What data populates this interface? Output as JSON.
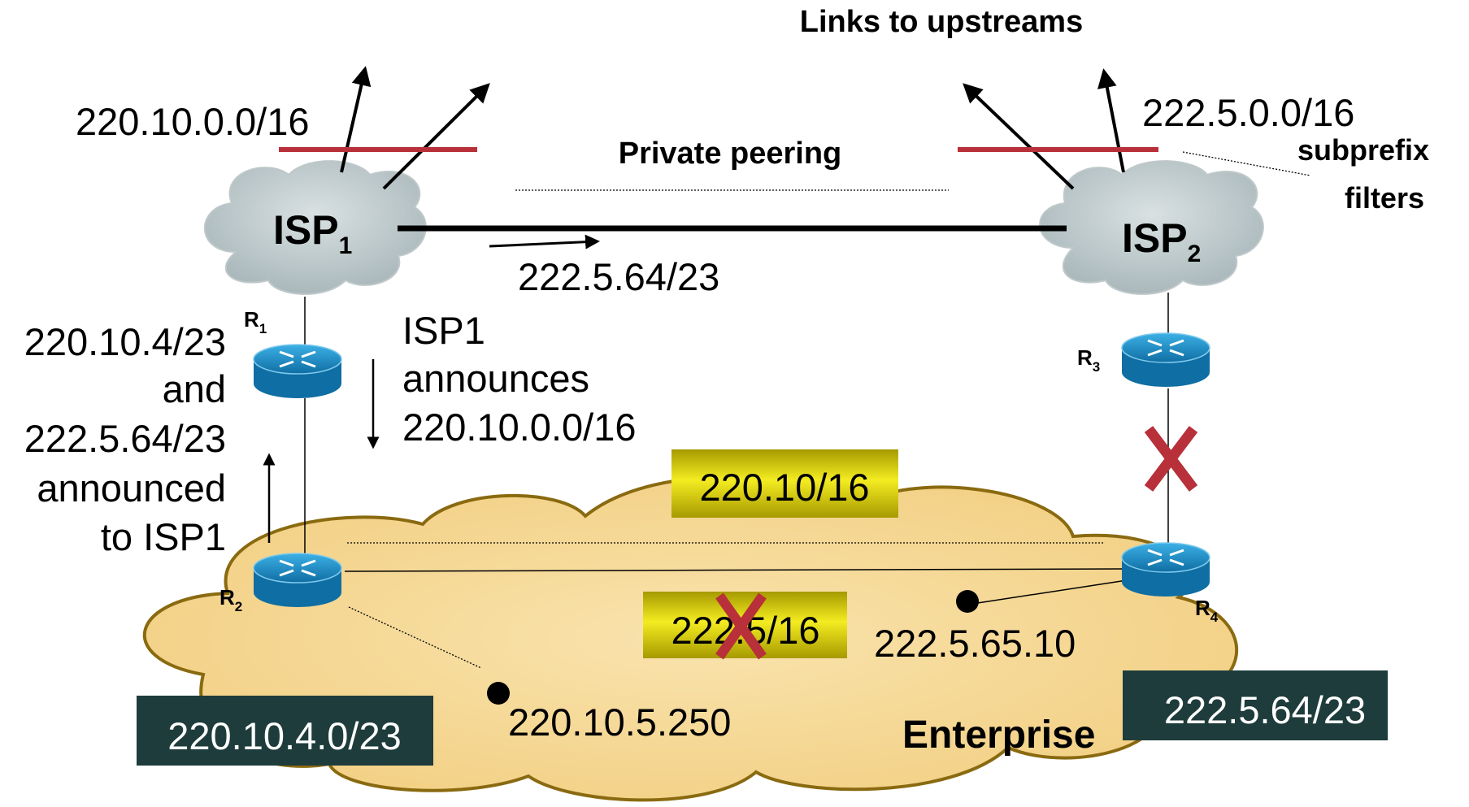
{
  "header": {
    "title": "Links to upstreams"
  },
  "isp1": {
    "name": "ISP",
    "subscript": "1",
    "prefix": "220.10.0.0/16"
  },
  "isp2": {
    "name": "ISP",
    "subscript": "2",
    "prefix": "222.5.0.0/16",
    "filter_note_line1": "subprefix",
    "filter_note_line2": "filters"
  },
  "peering": {
    "label": "Private peering",
    "announced_prefix": "222.5.64/23"
  },
  "routers": {
    "r1": {
      "name": "R",
      "sub": "1"
    },
    "r2": {
      "name": "R",
      "sub": "2"
    },
    "r3": {
      "name": "R",
      "sub": "3"
    },
    "r4": {
      "name": "R",
      "sub": "4"
    }
  },
  "left_note": {
    "lines": [
      "220.10.4/23",
      "and",
      "222.5.64/23",
      "announced",
      "to ISP1"
    ]
  },
  "isp1_note": {
    "lines": [
      "ISP1",
      "announces",
      "220.10.0.0/16"
    ]
  },
  "enterprise": {
    "name": "Enterprise",
    "prefix_top": "220.10/16",
    "prefix_withdrawn": "222.5/16",
    "host_right": "222.5.65.10",
    "host_left": "220.10.5.250",
    "subnet_left": "220.10.4.0/23",
    "subnet_right": "222.5.64/23"
  },
  "colors": {
    "cloud_isp": "#b5c3c6",
    "cloud_enterprise": "#f6d690",
    "cloud_enterprise_stroke": "#8a6a10",
    "filter_bar": "#b8303a",
    "fail_x": "#b8303a",
    "router_blue": "#1f8fc8",
    "subnet_box": "#1e3c3c",
    "yellow_box": "#c7bd06"
  }
}
